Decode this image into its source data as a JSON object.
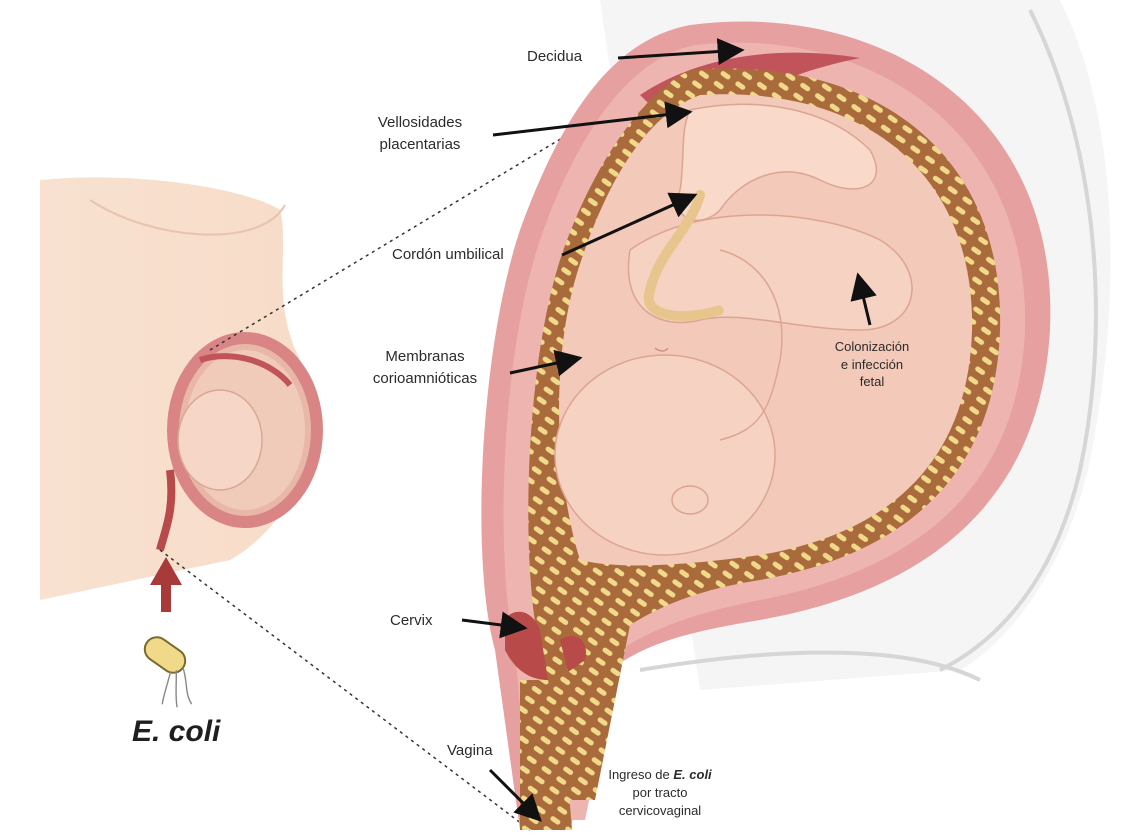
{
  "labels": {
    "decidua": "Decidua",
    "vellosidades_1": "Vellosidades",
    "vellosidades_2": "placentarias",
    "cordon": "Cordón umbilical",
    "membranas_1": "Membranas",
    "membranas_2": "corioamnióticas",
    "colonizacion_1": "Colonización",
    "colonizacion_2": "e infección",
    "colonizacion_3": "fetal",
    "cervix": "Cervix",
    "vagina": "Vagina",
    "ingreso_prefix": "Ingreso de ",
    "ingreso_bold": "E. coli",
    "ingreso_2": "por tracto",
    "ingreso_3": "cervicovaginal"
  },
  "organism": "E. coli",
  "colors": {
    "background": "#ffffff",
    "skin": "#f7dcc8",
    "uterus_wall": "#e6a0a0",
    "decidua": "#c0545a",
    "fetus": "#f6cdbb",
    "bacteria": "#f1d98a",
    "arrow_red": "#a83a3a",
    "arrow_black": "#111111"
  }
}
